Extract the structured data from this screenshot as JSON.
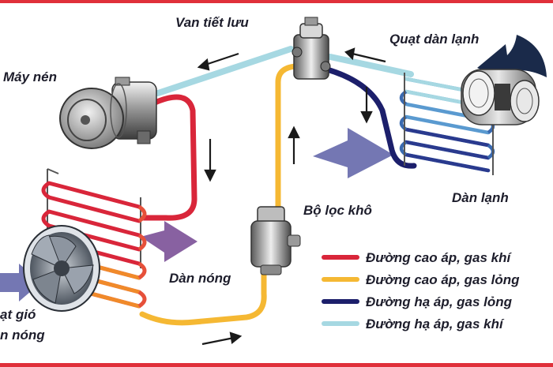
{
  "labels": {
    "van_tiet_luu": "Van tiết lưu",
    "quat_dan_lanh": "Quạt dàn lạnh",
    "may_nen": "Máy nén",
    "bo_loc_kho": "Bộ lọc khô",
    "dan_lanh": "Dàn lạnh",
    "dan_nong": "Dàn nóng",
    "quat_gio_line1": "ạt gió",
    "quat_gio_line2": "n nóng"
  },
  "legend": [
    {
      "label": "Đường cao áp, gas khí",
      "color": "#d9263a"
    },
    {
      "label": "Đường cao áp, gas lỏng",
      "color": "#f5b833"
    },
    {
      "label": "Đường hạ áp, gas lỏng",
      "color": "#1c1f6b"
    },
    {
      "label": "Đường hạ áp, gas khí",
      "color": "#a6d8e2"
    }
  ],
  "colors": {
    "high_gas": "#d9263a",
    "high_liquid": "#f5b833",
    "low_liquid": "#1c1f6b",
    "low_gas": "#a6d8e2",
    "frame": "#e0303a",
    "airflow": "#5c5fa6",
    "fan_arrow": "#1a2a4a"
  }
}
